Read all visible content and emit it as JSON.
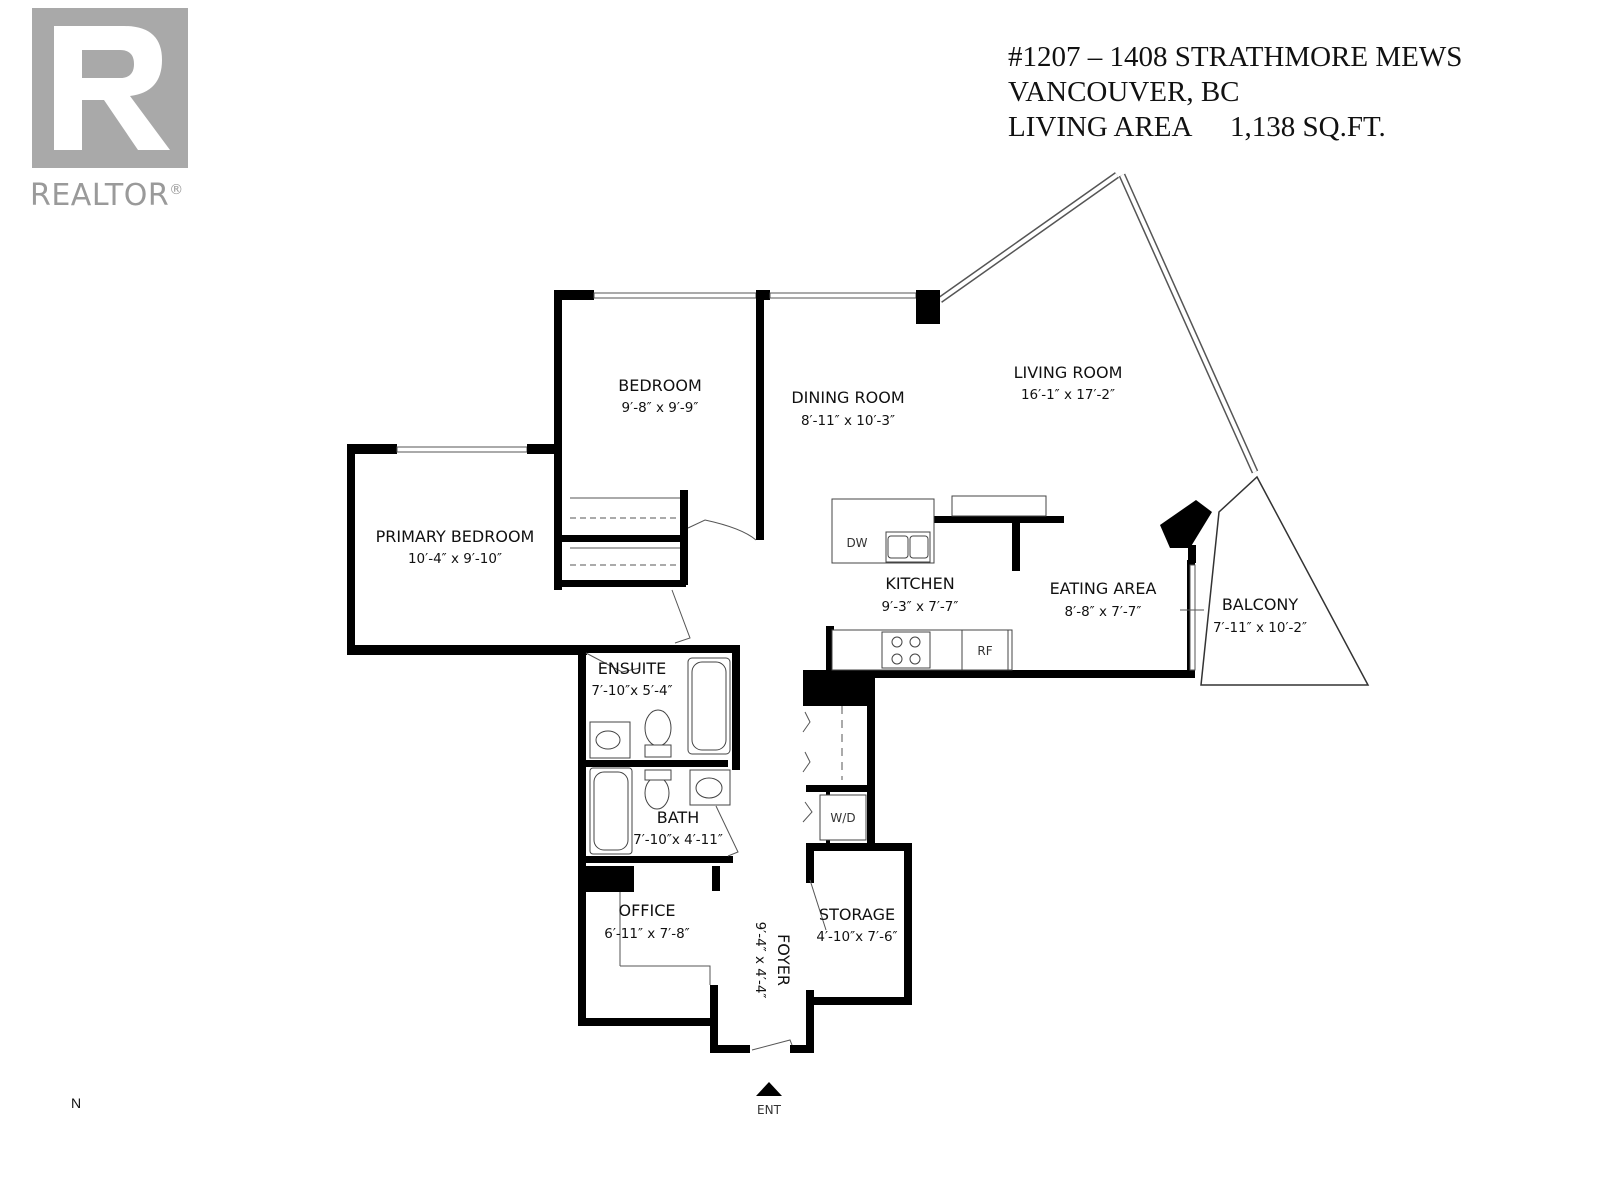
{
  "brand": {
    "logo_letter": "R",
    "logo_text": "REALTOR",
    "logo_mark": "®"
  },
  "header": {
    "address_line1": "#1207 – 1408 STRATHMORE MEWS",
    "address_line2": "VANCOUVER, BC",
    "area_label": "LIVING AREA",
    "area_value": "1,138 SQ.FT."
  },
  "rooms": {
    "bedroom": {
      "name": "BEDROOM",
      "dims": "9′-8″  x  9′-9″"
    },
    "dining": {
      "name": "DINING ROOM",
      "dims": "8′-11″  x  10′-3″"
    },
    "living": {
      "name": "LIVING ROOM",
      "dims": "16′-1″  x  17′-2″"
    },
    "primary": {
      "name": "PRIMARY BEDROOM",
      "dims": "10′-4″  x  9′-10″"
    },
    "kitchen": {
      "name": "KITCHEN",
      "dims": "9′-3″  x  7′-7″"
    },
    "eating": {
      "name": "EATING AREA",
      "dims": "8′-8″  x  7′-7″"
    },
    "balcony": {
      "name": "BALCONY",
      "dims": "7′-11″  x  10′-2″"
    },
    "ensuite": {
      "name": "ENSUITE",
      "dims": "7′-10″x 5′-4″"
    },
    "bath": {
      "name": "BATH",
      "dims": "7′-10″x 4′-11″"
    },
    "office": {
      "name": "OFFICE",
      "dims": "6′-11″  x  7′-8″"
    },
    "foyer": {
      "name": "FOYER",
      "dims": "9′-4″  x  4′-4″"
    },
    "storage": {
      "name": "STORAGE",
      "dims": "4′-10″x 7′-6″"
    }
  },
  "appliances": {
    "dishwasher": "DW",
    "fridge": "RF",
    "washer_dryer": "W/D"
  },
  "entrance_label": "ENT",
  "compass_label": "N",
  "colors": {
    "wall": "#000000",
    "logo_gray": "#a9a9a9"
  }
}
